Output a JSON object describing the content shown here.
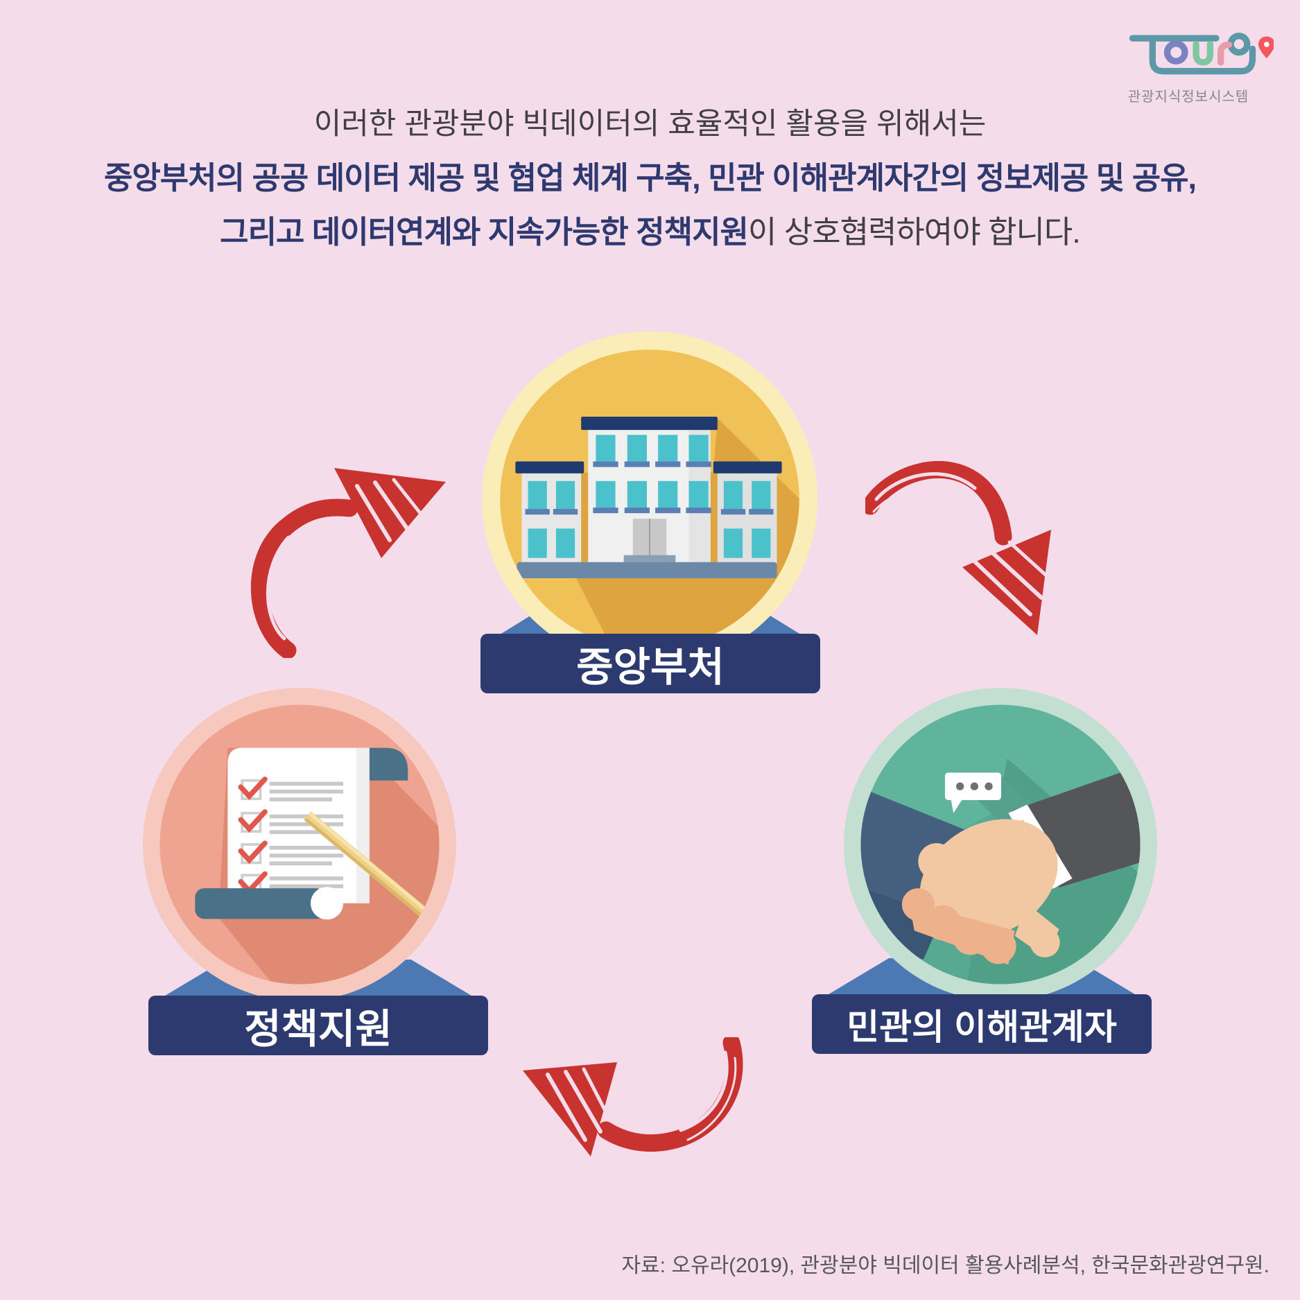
{
  "logo": {
    "brand": "tourg",
    "caption": "관광지식정보시스템",
    "letter_colors": {
      "t": "#5C98A8",
      "o": "#7A83BF",
      "u": "#7FC7A1",
      "r": "#E99CA7",
      "g": "#5C98A8"
    },
    "pin_color": "#F2595E"
  },
  "header": {
    "line1": "이러한 관광분야 빅데이터의 효율적인 활용을 위해서는",
    "line2": "중앙부처의 공공 데이터 제공 및 협업 체계 구축, 민관 이해관계자간의 정보제공 및 공유,",
    "line3_bold": "그리고 데이터연계와 지속가능한 정책지원",
    "line3_regular": "이 상호협력하여야 합니다."
  },
  "nodes": [
    {
      "id": "central-government",
      "label": "중앙부처",
      "icon": "government-building-icon",
      "ring_color": "#FBEDB7",
      "circle_color": "#F0C157",
      "shadow_color": "#DDA440"
    },
    {
      "id": "policy-support",
      "label": "정책지원",
      "icon": "policy-checklist-icon",
      "ring_color": "#F7C8BE",
      "circle_color": "#EFA491",
      "shadow_color": "#E08A74"
    },
    {
      "id": "public-private-stakeholders",
      "label": "민관의 이해관계자",
      "icon": "handshake-icon",
      "ring_color": "#C2DFD2",
      "circle_color": "#5FB49B",
      "shadow_color": "#4FA086"
    }
  ],
  "arrows": {
    "color": "#C8332F",
    "items": [
      {
        "id": "policy-to-central",
        "direction": "up-right"
      },
      {
        "id": "central-to-stakeholders",
        "direction": "down-right"
      },
      {
        "id": "stakeholders-to-policy",
        "direction": "left"
      }
    ]
  },
  "footer": {
    "source": "자료: 오유라(2019), 관광분야 빅데이터 활용사례분석, 한국문화관광연구원."
  },
  "colors": {
    "bg": "#F5DCEB",
    "navy": "#2D3A70",
    "navy-text": "#2E3A6F",
    "body-text": "#3F3F44",
    "red": "#C8332F",
    "pedestal": "#4C79B3",
    "footer-text": "#56565E"
  }
}
